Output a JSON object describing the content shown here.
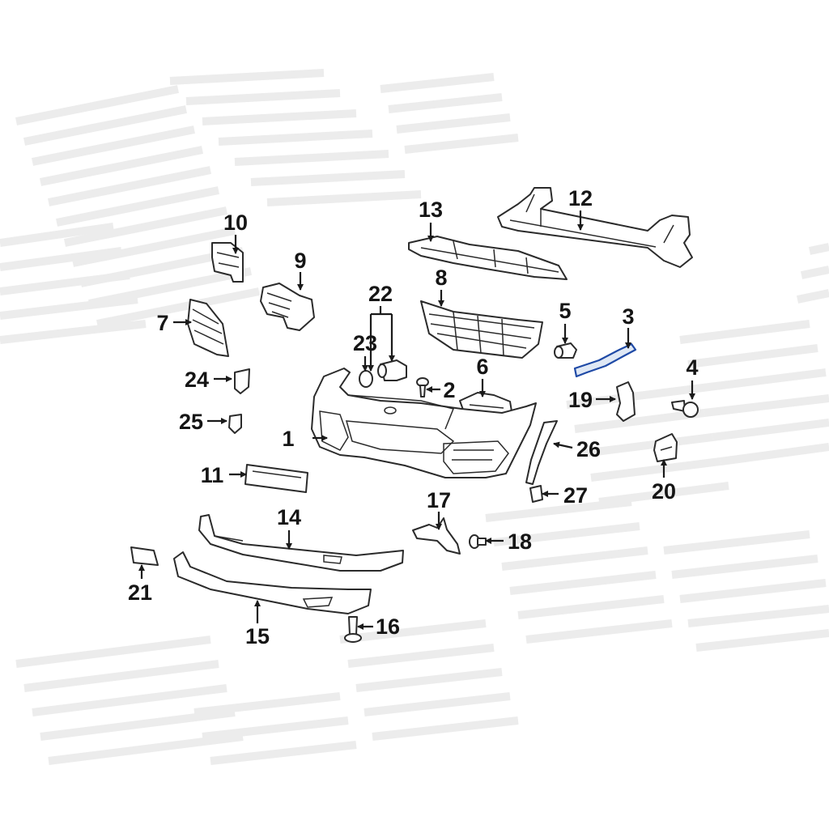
{
  "callouts": {
    "c1": "1",
    "c2": "2",
    "c3": "3",
    "c4": "4",
    "c5": "5",
    "c6": "6",
    "c7": "7",
    "c8": "8",
    "c9": "9",
    "c10": "10",
    "c11": "11",
    "c12": "12",
    "c13": "13",
    "c14": "14",
    "c15": "15",
    "c16": "16",
    "c17": "17",
    "c18": "18",
    "c19": "19",
    "c20": "20",
    "c21": "21",
    "c22": "22",
    "c23": "23",
    "c24": "24",
    "c25": "25",
    "c26": "26",
    "c27": "27"
  },
  "colors": {
    "highlight": "#1f4aa6",
    "line": "#2b2b2b",
    "watermark": "#ececec"
  },
  "highlighted_part": "3"
}
